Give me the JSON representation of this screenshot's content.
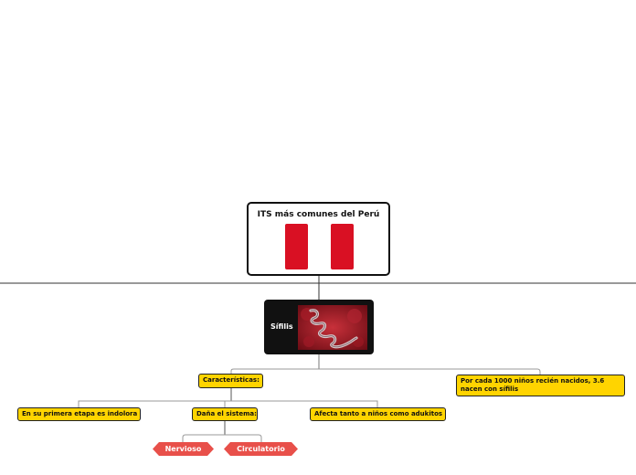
{
  "root": {
    "title": "ITS más comunes del Perú",
    "image": "peru-flag"
  },
  "main_topic": {
    "label": "Sífilis",
    "image": "treponema-bacteria"
  },
  "nodes": {
    "caracteristicas": "Características:",
    "recien_nacidos": "Por cada 1000 niños recién nacidos, 3.6 nacen con sífilis",
    "primera_etapa": "En su primera etapa es indolora",
    "dana_sistema": "Daña el sistema:",
    "afecta": "Afecta tanto a niños como adukitos"
  },
  "systems": [
    "Nervioso",
    "Circulatorio"
  ],
  "colors": {
    "flag_red": "#d91023",
    "node_yellow": "#ffd400",
    "system_red": "#e8504a",
    "topic_black": "#111111"
  }
}
